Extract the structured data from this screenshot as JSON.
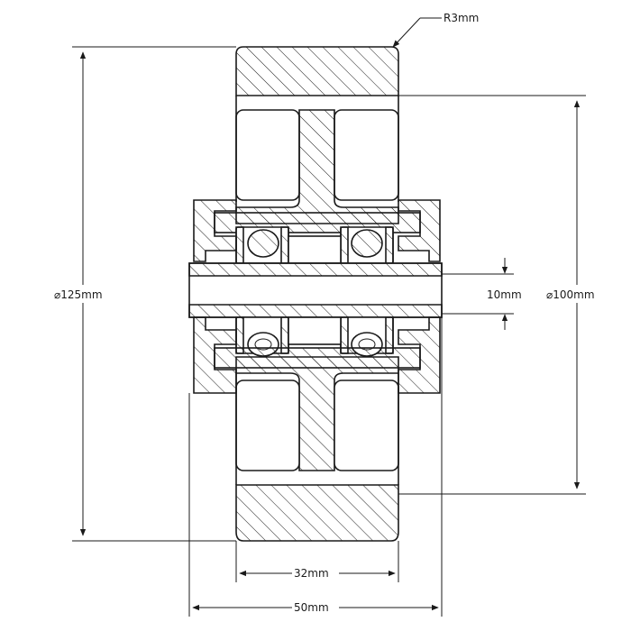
{
  "diagram": {
    "stroke_color": "#1a1a1a",
    "background": "#ffffff",
    "labels": {
      "radius": "R3mm",
      "outer_diameter": "⌀125mm",
      "inner_diameter": "⌀100mm",
      "bore": "10mm",
      "tread_width": "32mm",
      "overall_width": "50mm"
    }
  }
}
